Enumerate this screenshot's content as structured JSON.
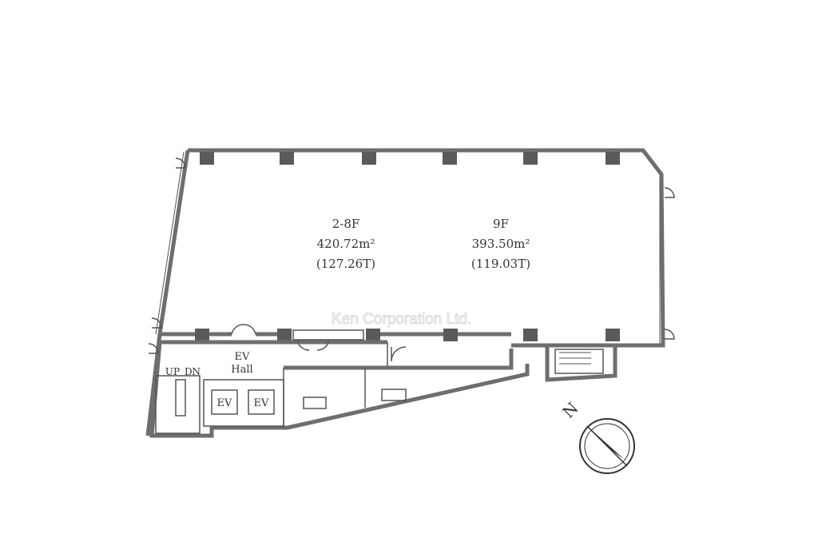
{
  "units": [
    {
      "floor": "2-8F",
      "area": "420.72m²",
      "tsubo": "(127.26T)"
    },
    {
      "floor": "9F",
      "area": "393.50m²",
      "tsubo": "(119.03T)"
    }
  ],
  "labels": {
    "ev_hall_1": "EV",
    "ev_hall_2": "Hall",
    "up": "UP",
    "dn": "DN",
    "ev": "EV",
    "north": "N"
  },
  "watermark": "Ken Corporation Ltd."
}
